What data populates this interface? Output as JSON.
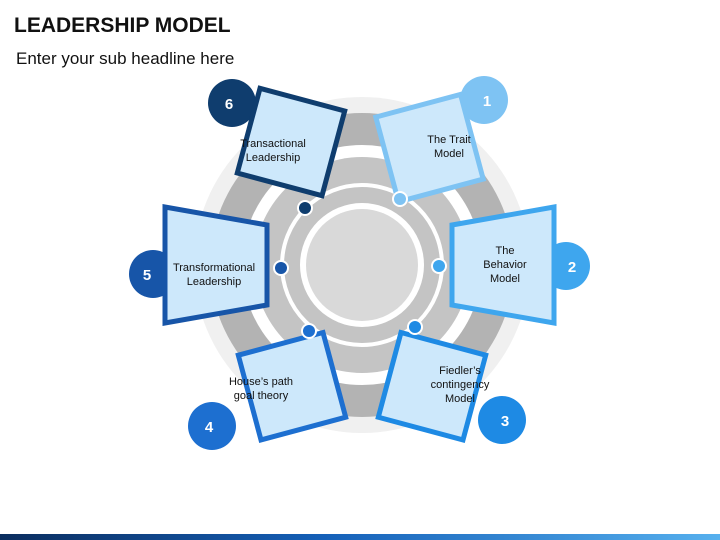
{
  "title": "LEADERSHIP MODEL",
  "subtitle": "Enter your sub headline here",
  "items": [
    {
      "number": "1",
      "lines": [
        "The Trait",
        "Model"
      ],
      "color": "#7ec3f3"
    },
    {
      "number": "2",
      "lines": [
        "The",
        "Behavior",
        "Model"
      ],
      "color": "#3ea6ee"
    },
    {
      "number": "3",
      "lines": [
        "Fiedler’s",
        "contingency",
        "Model"
      ],
      "color": "#1e8ae4"
    },
    {
      "number": "4",
      "lines": [
        "House’s  path",
        "goal theory"
      ],
      "color": "#1d6fd0"
    },
    {
      "number": "5",
      "lines": [
        "Transformational",
        "Leadership"
      ],
      "color": "#1755a8"
    },
    {
      "number": "6",
      "lines": [
        "Transactional",
        "Leadership"
      ],
      "color": "#0f3d6e"
    }
  ],
  "colors": {
    "fill_light": "#cde8fb",
    "ring_gray": "#b5b5b5",
    "center_gray": "#d9d9d9"
  }
}
